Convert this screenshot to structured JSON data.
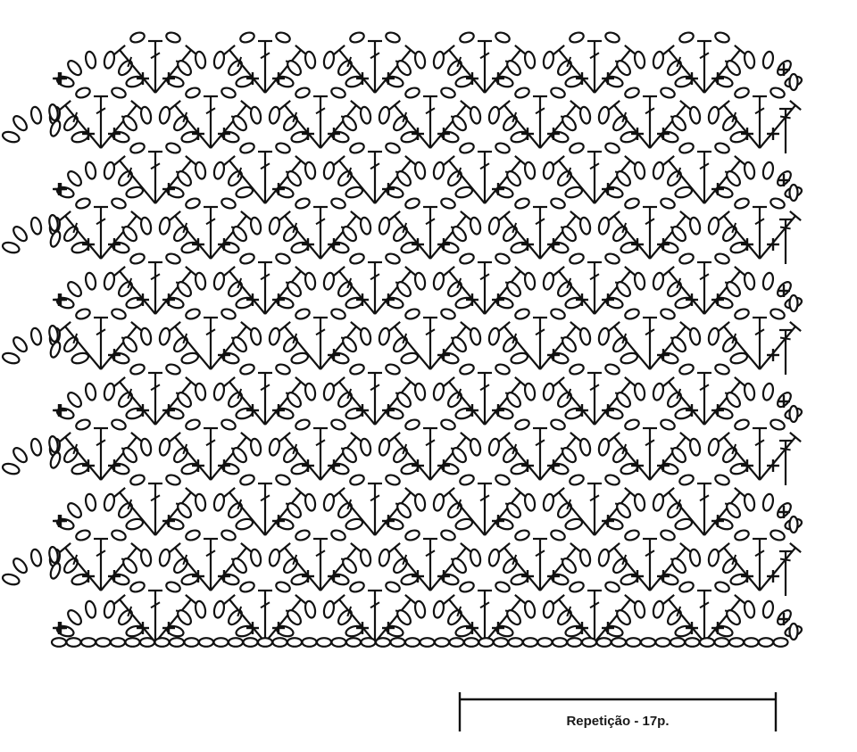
{
  "diagram": {
    "type": "crochet-stitch-chart",
    "stitches": [
      "chain",
      "single-crochet",
      "double-crochet"
    ],
    "ink_color": "#111111",
    "background": "#ffffff",
    "repeat": {
      "label": "Repetição - 17p."
    }
  }
}
